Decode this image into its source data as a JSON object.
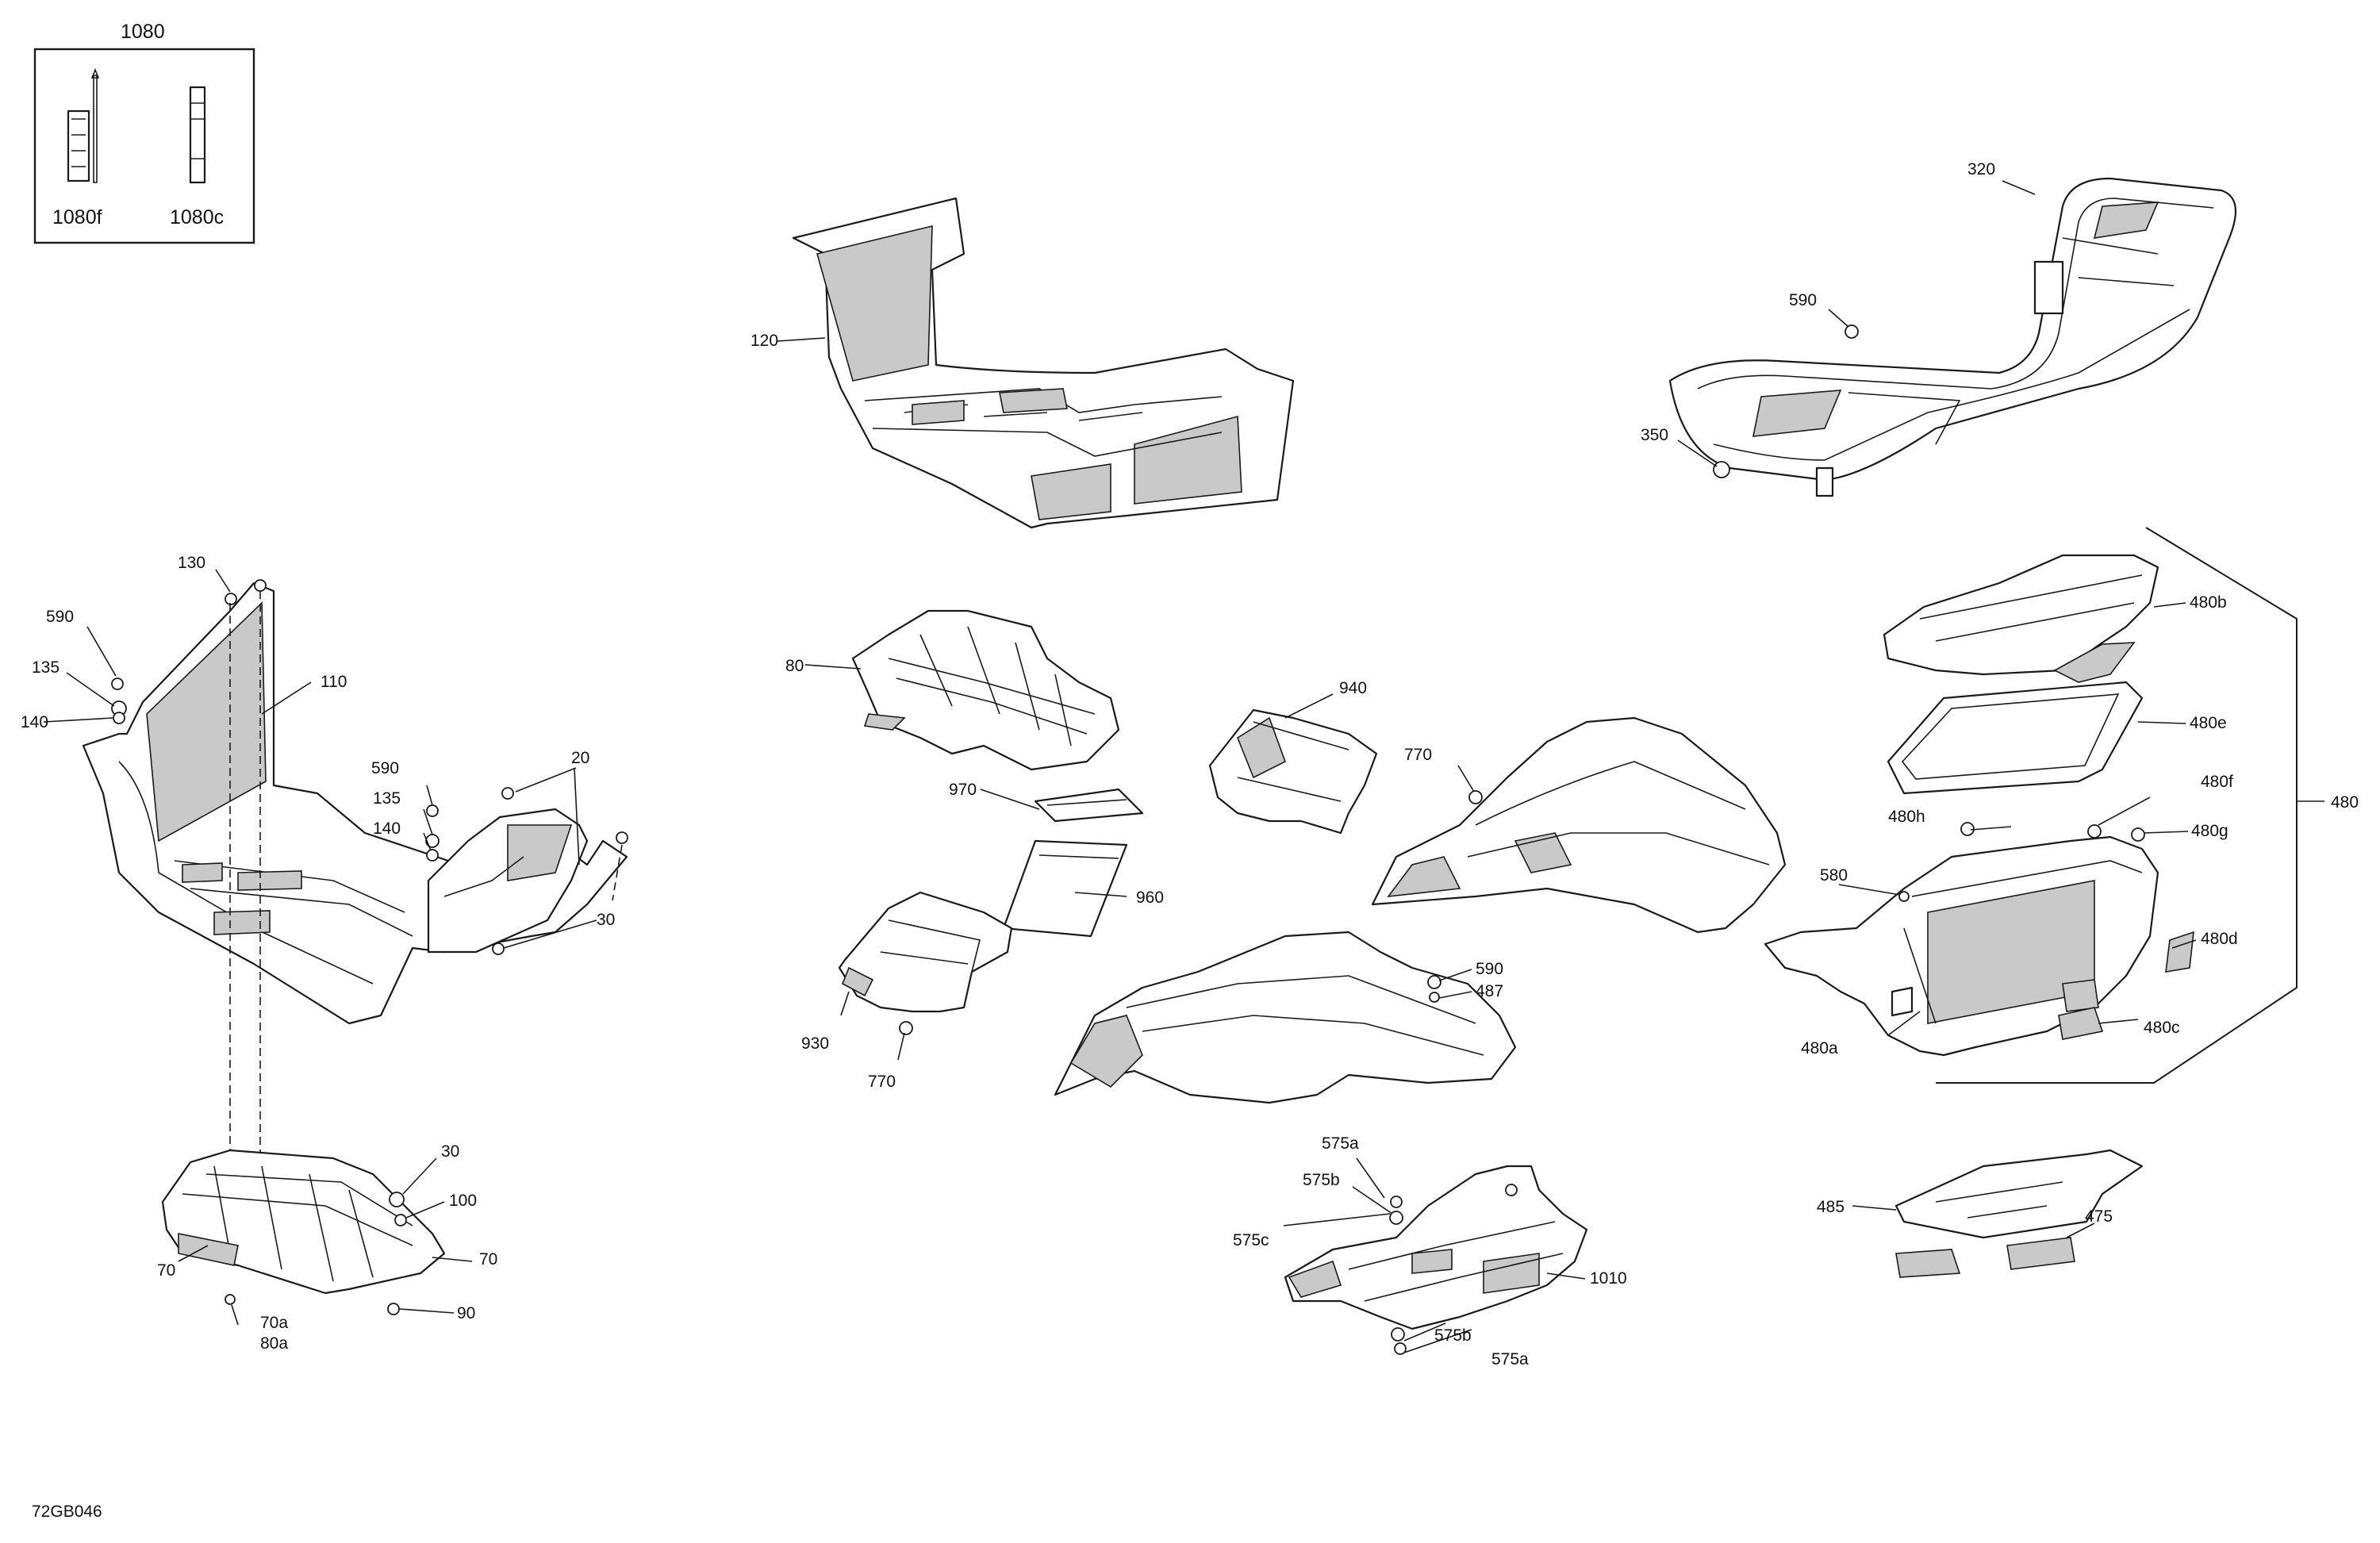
{
  "drawing_code": "72GB046",
  "kit": {
    "title": "1080",
    "items": [
      "1080f",
      "1080c"
    ]
  },
  "labels": [
    {
      "id": "l320",
      "text": "320"
    },
    {
      "id": "l590a",
      "text": "590"
    },
    {
      "id": "l350",
      "text": "350"
    },
    {
      "id": "l120",
      "text": "120"
    },
    {
      "id": "l130",
      "text": "130"
    },
    {
      "id": "l590b",
      "text": "590"
    },
    {
      "id": "l135a",
      "text": "135"
    },
    {
      "id": "l140a",
      "text": "140"
    },
    {
      "id": "l110",
      "text": "110"
    },
    {
      "id": "l590c",
      "text": "590"
    },
    {
      "id": "l135b",
      "text": "135"
    },
    {
      "id": "l140b",
      "text": "140"
    },
    {
      "id": "l20",
      "text": "20"
    },
    {
      "id": "l30a",
      "text": "30"
    },
    {
      "id": "l80",
      "text": "80"
    },
    {
      "id": "l970",
      "text": "970"
    },
    {
      "id": "l960",
      "text": "960"
    },
    {
      "id": "l930",
      "text": "930"
    },
    {
      "id": "l770a",
      "text": "770"
    },
    {
      "id": "l940",
      "text": "940"
    },
    {
      "id": "l770b",
      "text": "770"
    },
    {
      "id": "l590d",
      "text": "590"
    },
    {
      "id": "l487",
      "text": "487"
    },
    {
      "id": "l480b",
      "text": "480b"
    },
    {
      "id": "l480e",
      "text": "480e"
    },
    {
      "id": "l480f",
      "text": "480f"
    },
    {
      "id": "l480h",
      "text": "480h"
    },
    {
      "id": "l480g",
      "text": "480g"
    },
    {
      "id": "l480",
      "text": "480"
    },
    {
      "id": "l580",
      "text": "580"
    },
    {
      "id": "l480d",
      "text": "480d"
    },
    {
      "id": "l480a",
      "text": "480a"
    },
    {
      "id": "l480c",
      "text": "480c"
    },
    {
      "id": "l30b",
      "text": "30"
    },
    {
      "id": "l100",
      "text": "100"
    },
    {
      "id": "l70a",
      "text": "70"
    },
    {
      "id": "l70b",
      "text": "70"
    },
    {
      "id": "l90",
      "text": "90"
    },
    {
      "id": "l70a2",
      "text": "70a"
    },
    {
      "id": "l80a",
      "text": "80a"
    },
    {
      "id": "l575a1",
      "text": "575a"
    },
    {
      "id": "l575b1",
      "text": "575b"
    },
    {
      "id": "l575c",
      "text": "575c"
    },
    {
      "id": "l1010",
      "text": "1010"
    },
    {
      "id": "l575b2",
      "text": "575b"
    },
    {
      "id": "l575a2",
      "text": "575a"
    },
    {
      "id": "l485",
      "text": "485"
    },
    {
      "id": "l475",
      "text": "475"
    }
  ]
}
